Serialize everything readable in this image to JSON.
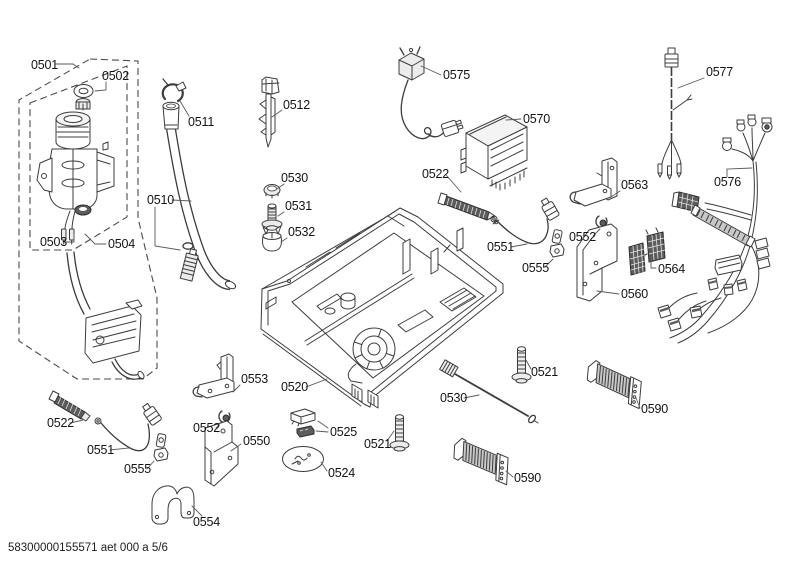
{
  "document": {
    "type": "exploded-parts-diagram",
    "footer_code": "58300000155571 aet 000 a 5/6"
  },
  "labels": {
    "n0501": "0501",
    "n0502": "0502",
    "n0503": "0503",
    "n0504": "0504",
    "n0510": "0510",
    "n0511": "0511",
    "n0512": "0512",
    "n0520": "0520",
    "n0521": "0521",
    "n0522": "0522",
    "n0524": "0524",
    "n0525": "0525",
    "n0530": "0530",
    "n0531": "0531",
    "n0532": "0532",
    "n0550": "0550",
    "n0551": "0551",
    "n0552": "0552",
    "n0553": "0553",
    "n0554": "0554",
    "n0555": "0555",
    "n0560": "0560",
    "n0563": "0563",
    "n0564": "0564",
    "n0570": "0570",
    "n0575": "0575",
    "n0576": "0576",
    "n0577": "0577",
    "n0590": "0590"
  },
  "colors": {
    "background": "#ffffff",
    "line": "#3c3c3c",
    "label_text": "#141414",
    "dark_fill": "#5c5c5c"
  }
}
